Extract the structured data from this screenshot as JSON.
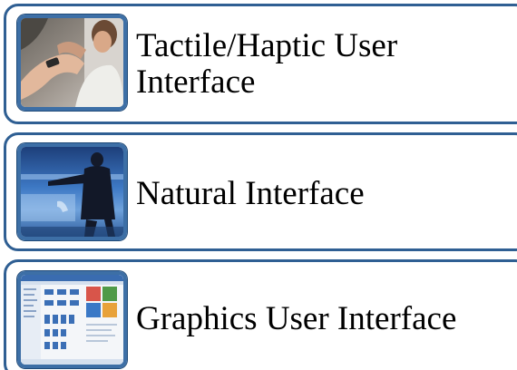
{
  "items": [
    {
      "label": "Tactile/Haptic User Interface",
      "image_icon": "haptic-photo-icon"
    },
    {
      "label": "Natural Interface",
      "image_icon": "natural-interface-photo-icon"
    },
    {
      "label": "Graphics User Interface",
      "image_icon": "gui-screenshot-icon"
    }
  ],
  "colors": {
    "border": "#2f5f93",
    "thumb_border": "#3d6fa6",
    "text": "#000000",
    "background": "#ffffff"
  }
}
